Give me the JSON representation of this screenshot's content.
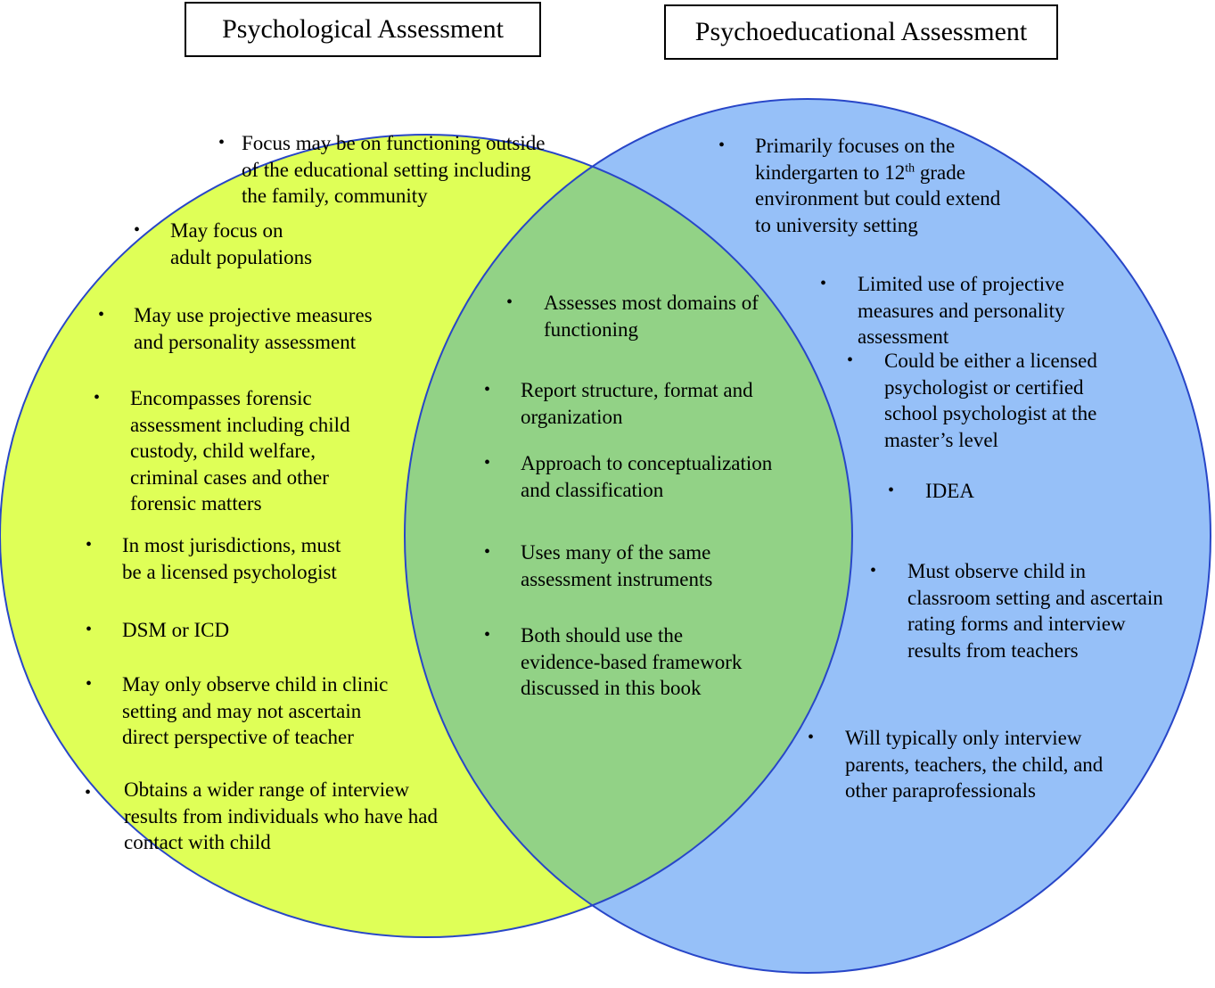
{
  "colors": {
    "left_circle": "#dfff57",
    "right_circle": "#96c0f8",
    "overlap": "#92d286",
    "outline": "#2846c8"
  },
  "titles": {
    "left": "Psychological Assessment",
    "right": "Psychoeducational Assessment"
  },
  "bullet_glyph": "•",
  "left_items": [
    "Focus may be on functioning outside\nof the educational setting including\nthe family, community",
    "May focus on\nadult populations",
    "May use projective measures\nand personality assessment",
    "Encompasses forensic\nassessment including child\ncustody, child welfare,\ncriminal cases and other\nforensic matters",
    "In most jurisdictions, must\nbe a licensed psychologist",
    "DSM or ICD",
    "May only observe child in clinic\nsetting and may not ascertain\ndirect perspective of teacher",
    "Obtains a wider range of interview\nresults from individuals who have had\ncontact with child"
  ],
  "center_items": [
    "Assesses most domains of\nfunctioning",
    "Report structure, format and\norganization",
    "Approach to conceptualization\nand classification",
    "Uses many of the same\nassessment instruments",
    "Both should use the\nevidence-based framework\ndiscussed in this book"
  ],
  "right_items": [
    {
      "line1": "Primarily focuses on the",
      "line2_pre": "kindergarten to 12",
      "line2_sup": "th",
      "line2_post": " grade",
      "line3": "environment but could extend",
      "line4": "to university setting"
    },
    "Limited use of projective\nmeasures and personality\nassessment",
    "Could be either a licensed\npsychologist or certified\nschool psychologist at the\nmaster’s level",
    "IDEA",
    "Must observe child in\nclassroom setting and ascertain\nrating forms and interview\nresults from teachers",
    "Will typically only interview\nparents, teachers, the child, and\nother paraprofessionals"
  ]
}
